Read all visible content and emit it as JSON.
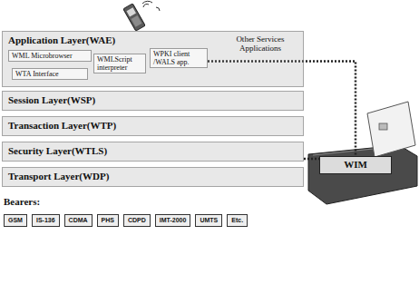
{
  "diagram": {
    "nodes": [
      {
        "text": [
          "Application Layer(WAE)"
        ]
      },
      {
        "text": [
          "WML Microbrowser"
        ],
        "in": 0
      },
      {
        "text": [
          "WTA Interface"
        ],
        "in": 0
      },
      {
        "text": [
          "WMLScript interpreter"
        ],
        "in": 0
      },
      {
        "text": [
          "WPKI client /WALS app."
        ],
        "in": 0
      },
      {
        "text": [
          "Other Services Applications"
        ],
        "in": 0
      },
      {
        "text": [
          "Session Layer(WSP)"
        ]
      },
      {
        "text": [
          "Transaction Layer(WTP)"
        ]
      },
      {
        "text": [
          "Security Layer(WTLS)"
        ]
      },
      {
        "text": [
          "Transport Layer(WDP)"
        ]
      },
      {
        "text": [
          "GSM"
        ]
      },
      {
        "text": [
          "IS-136"
        ]
      },
      {
        "text": [
          "CDMA"
        ]
      },
      {
        "text": [
          "PHS"
        ]
      },
      {
        "text": [
          "CDPD"
        ]
      },
      {
        "text": [
          "IMT-2000"
        ]
      },
      {
        "text": [
          "UMTS"
        ]
      },
      {
        "text": [
          "Etc."
        ]
      },
      {
        "text": [
          "WIM"
        ]
      }
    ],
    "edges": [
      {
        "from": 4,
        "to": 18,
        "arrow": "none"
      },
      {
        "from": 8,
        "to": 18,
        "arrow": "none"
      }
    ],
    "labels": [
      "Bearers:"
    ]
  }
}
